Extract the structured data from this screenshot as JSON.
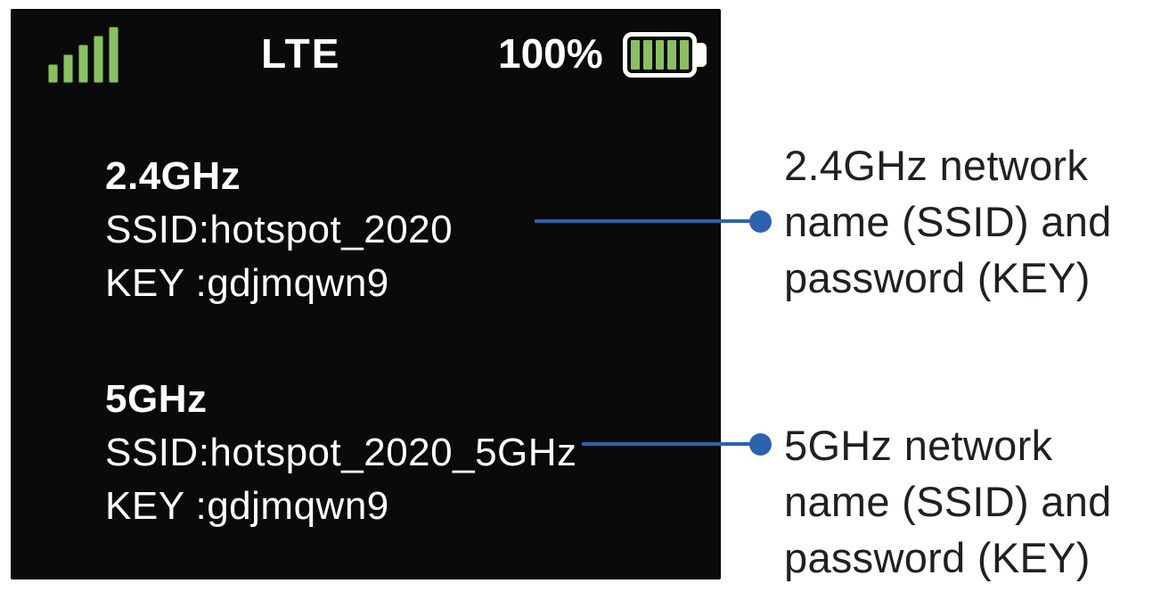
{
  "device_screen": {
    "status_bar": {
      "signal_icon": "signal-strength-5-bars",
      "network_type": "LTE",
      "battery_percent": "100%",
      "battery_icon": "battery-full-5-cells",
      "icon_green": "#8BBF62",
      "text_color": "#FFFFFF"
    },
    "networks": [
      {
        "band": "2.4GHz",
        "ssid": "SSID:hotspot_2020",
        "key": "KEY :gdjmqwn9"
      },
      {
        "band": "5GHz",
        "ssid": "SSID:hotspot_2020_5GHz",
        "key": "KEY :gdjmqwn9"
      }
    ],
    "background": "#0A0A0B"
  },
  "callouts": [
    {
      "lines": [
        "2.4GHz network",
        "name (SSID) and",
        "password (KEY)"
      ]
    },
    {
      "lines": [
        "5GHz network",
        "name (SSID) and",
        "password (KEY)"
      ]
    }
  ],
  "colors": {
    "accent_blue": "#2D62AE",
    "annotation_text": "#231F20"
  }
}
